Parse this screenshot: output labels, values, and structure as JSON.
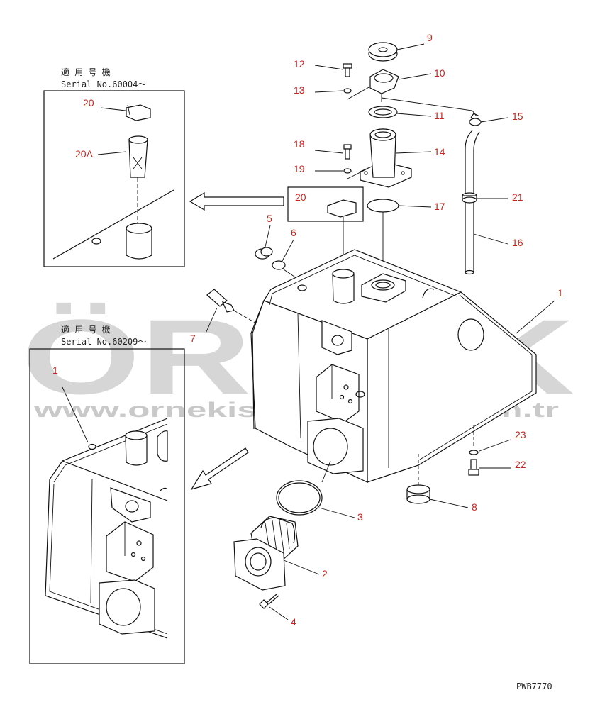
{
  "inset_top": {
    "title_jp": "適 用 号 機",
    "serial": "Serial No.60004～"
  },
  "inset_bottom": {
    "title_jp": "適 用 号 機",
    "serial": "Serial No.60209～"
  },
  "watermark": {
    "brand": "ÖRNEK",
    "url": "www.ornekismakinalari.com.tr",
    "brand_color": "#c9c9c9",
    "accent_color": "#f2d98a"
  },
  "drawing_code": "PWB7770",
  "label_color": "#c8231e",
  "callouts": {
    "c9": "9",
    "c10": "10",
    "c11": "11",
    "c12": "12",
    "c13": "13",
    "c14": "14",
    "c15": "15",
    "c16": "16",
    "c17": "17",
    "c18": "18",
    "c19": "19",
    "c20": "20",
    "c21": "21",
    "c5": "5",
    "c6": "6",
    "c7": "7",
    "c1": "1",
    "c23": "23",
    "c22": "22",
    "c8": "8",
    "c3": "3",
    "c2": "2",
    "c4": "4",
    "i20": "20",
    "i20a": "20A",
    "i1": "1"
  }
}
